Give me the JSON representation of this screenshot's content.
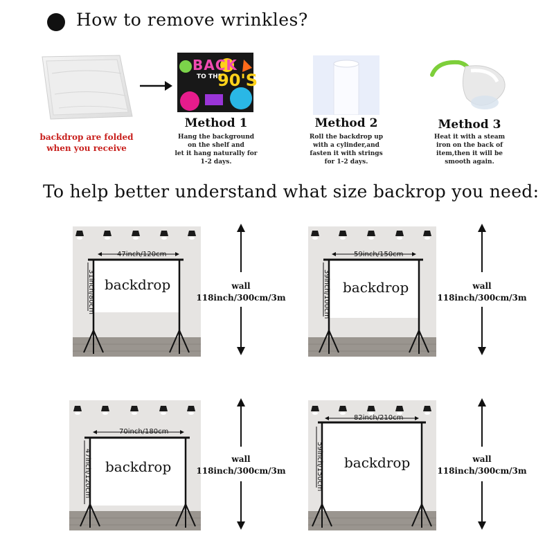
{
  "header": {
    "title": "How to remove wrinkles?"
  },
  "folded": {
    "caption_line1": "backdrop are folded",
    "caption_line2": "when you receive"
  },
  "methods": [
    {
      "title": "Method 1",
      "lines": [
        "Hang the background",
        "on the shelf and",
        "let it hang naturally for",
        "1-2 days."
      ],
      "image_text": [
        "BACK",
        "TO THE",
        "90'S"
      ]
    },
    {
      "title": "Method 2",
      "lines": [
        "Roll the backdrop up",
        "with a cylinder,and",
        "fasten it with strings",
        "for 1-2 days."
      ]
    },
    {
      "title": "Method 3",
      "lines": [
        "Heat it with a steam",
        "iron on the back of",
        "item,then it will be",
        "smooth again."
      ]
    }
  ],
  "section": {
    "title": "To help better understand what size backrop you need:"
  },
  "scenes": [
    {
      "label": "backdrop",
      "width_label": "47inch/120cm",
      "height_label": "31inch/80cm",
      "wall_line1": "wall",
      "wall_line2": "118inch/300cm/3m"
    },
    {
      "label": "backdrop",
      "width_label": "59inch/150cm",
      "height_label": "39inch/100cm",
      "wall_line1": "wall",
      "wall_line2": "118inch/300cm/3m"
    },
    {
      "label": "backdrop",
      "width_label": "70inch/180cm",
      "height_label": "47inch/120cm",
      "wall_line1": "wall",
      "wall_line2": "118inch/300cm/3m"
    },
    {
      "label": "backdrop",
      "width_label": "82inch/210cm",
      "height_label": "59inch/150cm",
      "wall_line1": "wall",
      "wall_line2": "118inch/300cm/3m"
    }
  ],
  "colors": {
    "accent_red": "#c8201d",
    "text": "#111111",
    "wall": "#e6e4e2",
    "floor": "#9a958f"
  }
}
